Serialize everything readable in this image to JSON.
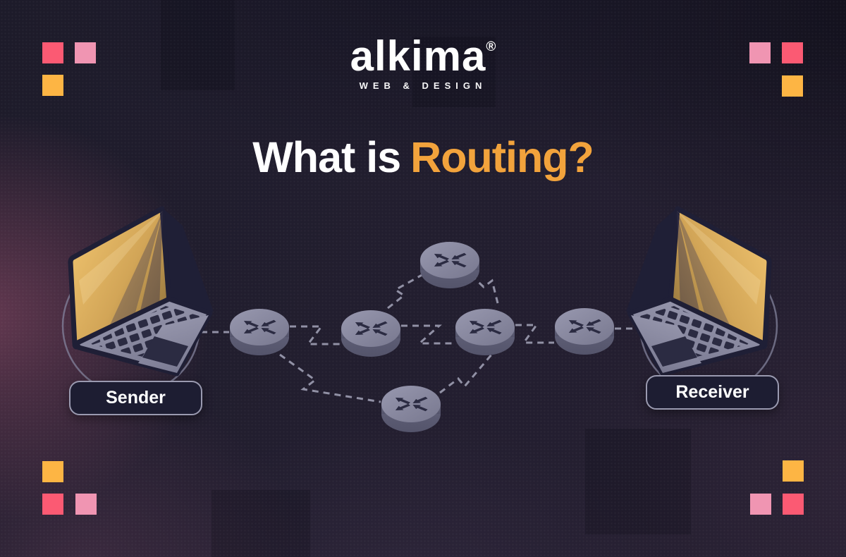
{
  "header": {
    "logo_text": "alkima",
    "logo_reg": "®",
    "logo_subtitle": "WEB & DESIGN"
  },
  "title": {
    "prefix": "What is",
    "highlight": "Routing?"
  },
  "labels": {
    "sender": "Sender",
    "receiver": "Receiver"
  },
  "diagram": {
    "router_count": 6,
    "nodes": [
      "sender",
      "router-left",
      "router-mid-left",
      "router-top",
      "router-mid-right",
      "router-right",
      "router-bottom",
      "receiver"
    ],
    "edges": [
      [
        "sender",
        "router-left"
      ],
      [
        "router-left",
        "router-mid-left"
      ],
      [
        "router-mid-left",
        "router-top"
      ],
      [
        "router-top",
        "router-mid-right"
      ],
      [
        "router-mid-left",
        "router-mid-right"
      ],
      [
        "router-left",
        "router-bottom"
      ],
      [
        "router-bottom",
        "router-mid-right"
      ],
      [
        "router-mid-right",
        "router-right"
      ],
      [
        "router-right",
        "receiver"
      ]
    ]
  },
  "theme": {
    "bg_base": "#201D2E",
    "title_highlight": "#F2A33C",
    "accent_red": "#FB5A73",
    "accent_pink": "#F095B2",
    "accent_orange": "#FDB544",
    "text_white": "#FFFFFF",
    "line": "#9D9DB2",
    "circle_stroke": "#83839C",
    "label_bg": "#1D1D32",
    "label_border": "#9A9AB0",
    "router_top_light": "#9898AF",
    "router_top_dark": "#78788F",
    "router_side": "#64647C",
    "router_side_color": "#65657D",
    "router_side_dark": "#54546B",
    "router_arrow": "#2B2B42",
    "laptop_gold_light": "#EFC36E",
    "laptop_gold_mid": "#D2A557",
    "laptop_gold_dark": "#8E713B",
    "laptop_deck_light": "#9A9AB0",
    "laptop_deck_dark": "#7A7A92",
    "laptop_key": "#2B2B42",
    "laptop_outline": "#1F1F36"
  }
}
